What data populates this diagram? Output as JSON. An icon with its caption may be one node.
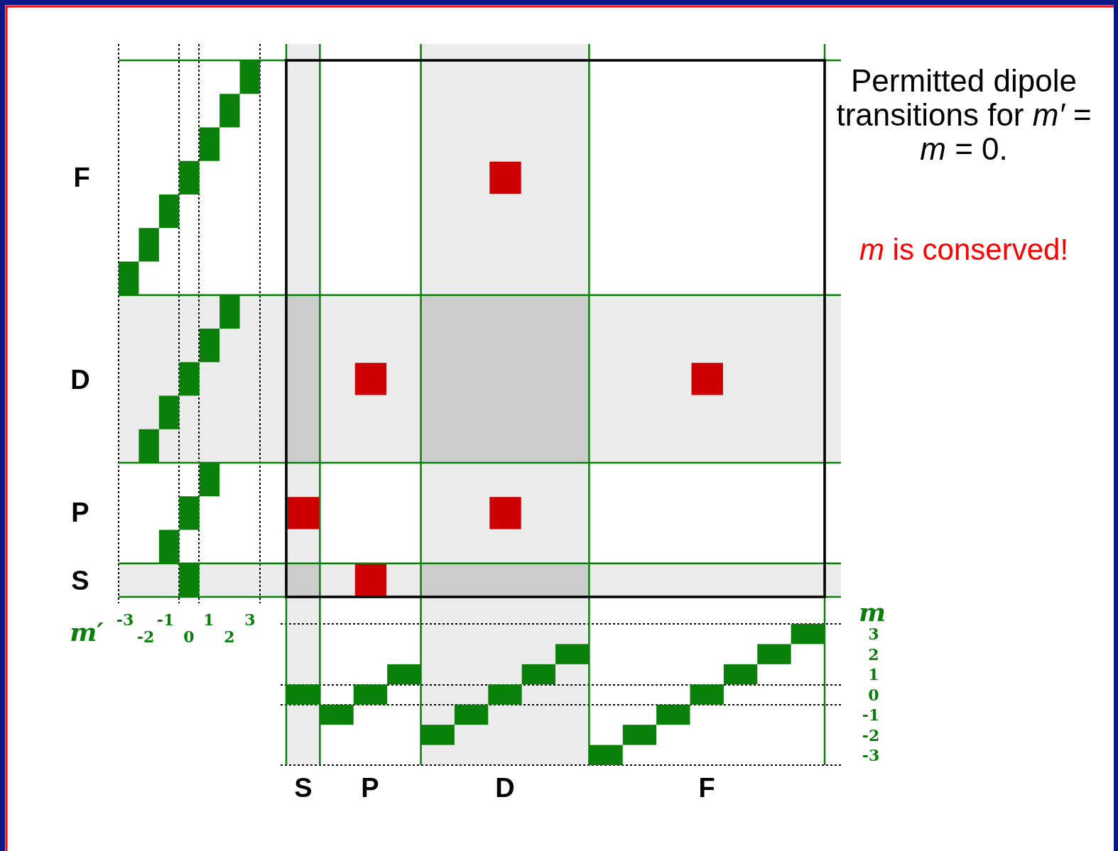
{
  "diagram": {
    "labels": [
      "F",
      "Permitted dipole transitions for *m′* = *m* = 0.",
      "*m* is conserved!",
      "D",
      "P",
      "S",
      "m′",
      "-3",
      "-2",
      "-1",
      "0",
      "1",
      "2",
      "3",
      "m",
      "3",
      "2",
      "1",
      "0",
      "-1",
      "-2",
      "-3",
      "S",
      "P",
      "D",
      "F"
    ]
  }
}
